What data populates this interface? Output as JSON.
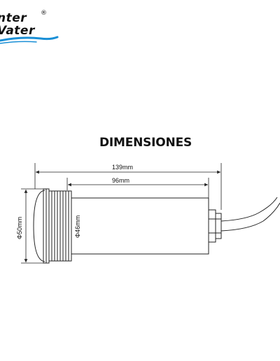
{
  "logo": {
    "line1": "nter",
    "line2": "Vater",
    "registered": "®",
    "accent_color": "#1a8fd6"
  },
  "title": "DIMENSIONES",
  "dimensions": {
    "overall_length": "139mm",
    "body_length": "96mm",
    "flange_diameter": "Φ50mm",
    "body_diameter": "Φ46mm"
  },
  "colors": {
    "line": "#222222",
    "background": "#ffffff"
  }
}
